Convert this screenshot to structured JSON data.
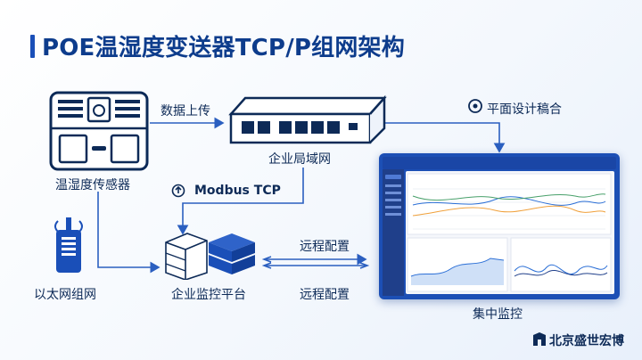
{
  "title": "POE温湿度变送器TCP/P组网架构",
  "labels": {
    "sensor": "温湿度传感器",
    "upload": "数据上传",
    "lan": "企业局域网",
    "design": "平面设计稿合",
    "modbus": "Modbus TCP",
    "ethernet": "以太网组网",
    "platform": "企业监控平台",
    "remote_top": "远程配置",
    "remote_bottom": "远程配置",
    "central": "集中监控"
  },
  "brand": "北京盛世宏博",
  "colors": {
    "primary": "#1a4fb8",
    "title": "#0d3c8c",
    "line": "#2b5fc0"
  }
}
